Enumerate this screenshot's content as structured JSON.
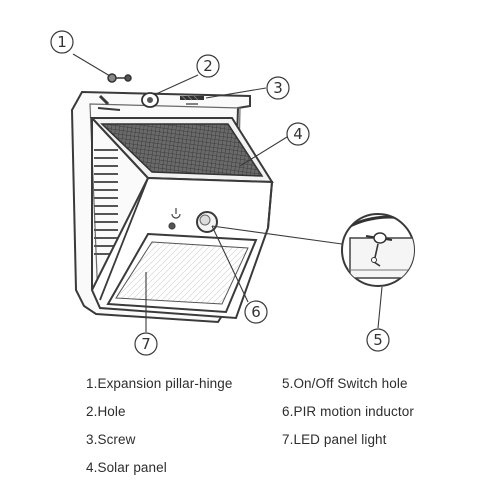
{
  "callouts": [
    "1",
    "2",
    "3",
    "4",
    "5",
    "6",
    "7"
  ],
  "legend": [
    "1.Expansion pillar-hinge",
    "2.Hole",
    "3.Screw",
    "4.Solar panel",
    "5.On/Off Switch hole",
    "6.PIR motion inductor",
    "7.LED panel light"
  ],
  "colors": {
    "line": "#3a3a3a",
    "light": "#9a9a9a",
    "panel_dark": "#555555",
    "background": "#ffffff"
  },
  "icons": [
    "power-icon",
    "screw-icon",
    "hole-icon"
  ]
}
